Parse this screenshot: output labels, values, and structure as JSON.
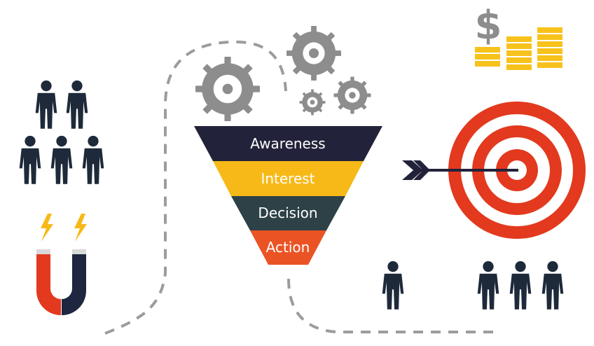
{
  "funnel": {
    "stages": [
      {
        "label": "Awareness",
        "color": "#22223a"
      },
      {
        "label": "Interest",
        "color": "#f7b918"
      },
      {
        "label": "Decision",
        "color": "#2d4147"
      },
      {
        "label": "Action",
        "color": "#ea5424"
      }
    ]
  },
  "money": {
    "symbol": "$"
  },
  "colors": {
    "people": "#1e2a3a",
    "gear": "#8d8d8d",
    "target_red": "#e3391e",
    "gold": "#f7c21b",
    "bolt": "#f7b918",
    "magnet_red": "#e3391e",
    "magnet_dark": "#1e2640",
    "dash": "#9c9c9c"
  },
  "icons": [
    "person-icon",
    "gear-icon",
    "magnet-icon",
    "lightning-icon",
    "target-icon",
    "arrow-icon",
    "dollar-icon",
    "coin-stack-icon"
  ]
}
